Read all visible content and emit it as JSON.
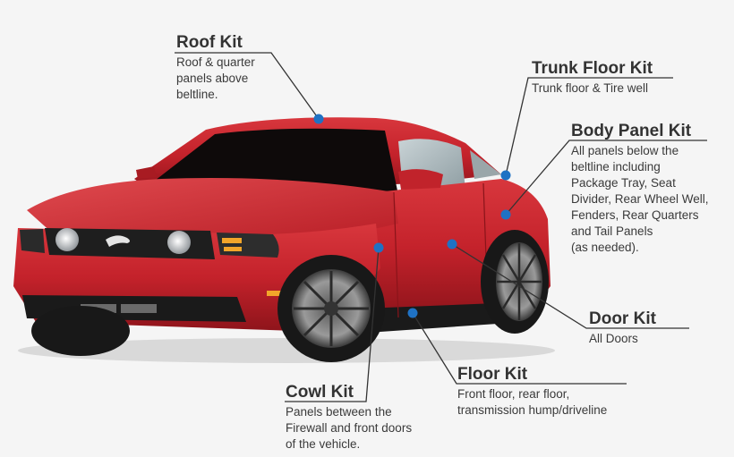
{
  "diagram": {
    "subject": "Red Ford Mustang GT coupe with labeled repair kit regions",
    "accent_dot_color": "#1f72c4",
    "line_color": "#333333",
    "background": "#f5f5f5"
  },
  "callouts": {
    "roof": {
      "title": "Roof Kit",
      "desc_lines": [
        "Roof & quarter",
        "panels above",
        "beltline."
      ],
      "dot": [
        356,
        133
      ]
    },
    "trunk": {
      "title": "Trunk Floor Kit",
      "desc_lines": [
        "Trunk floor & Tire well"
      ],
      "dot": [
        565,
        196
      ]
    },
    "body": {
      "title": "Body Panel Kit",
      "desc_lines": [
        "All panels below the",
        "beltline including",
        "Package Tray, Seat",
        "Divider, Rear Wheel Well,",
        "Fenders, Rear Quarters",
        "and Tail Panels",
        "(as needed)."
      ],
      "dot": [
        565,
        240
      ]
    },
    "door": {
      "title": "Door Kit",
      "desc_lines": [
        "All Doors"
      ],
      "dot": [
        505,
        273
      ]
    },
    "floor": {
      "title": "Floor Kit",
      "desc_lines": [
        "Front floor, rear floor,",
        "transmission hump/driveline"
      ],
      "dot": [
        461,
        350
      ]
    },
    "cowl": {
      "title": "Cowl Kit",
      "desc_lines": [
        "Panels between the",
        "Firewall and front doors",
        "of the vehicle."
      ],
      "dot": [
        423,
        277
      ]
    }
  }
}
